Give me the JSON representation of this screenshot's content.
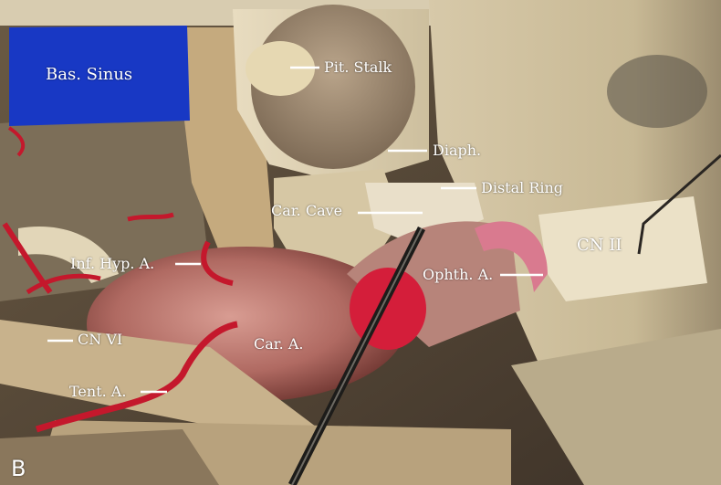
{
  "figure": {
    "panel_letter": "B",
    "labels": {
      "bas_sinus": "Bas. Sinus",
      "pit_stalk": "Pit. Stalk",
      "diaph": "Diaph.",
      "distal_ring": "Distal Ring",
      "car_cave": "Car. Cave",
      "cn_ii": "CN II",
      "inf_hyp_a": "Inf. Hyp. A.",
      "ophth_a": "Ophth. A.",
      "cn_vi": "CN VI",
      "car_a": "Car. A.",
      "tent_a": "Tent. A."
    }
  }
}
